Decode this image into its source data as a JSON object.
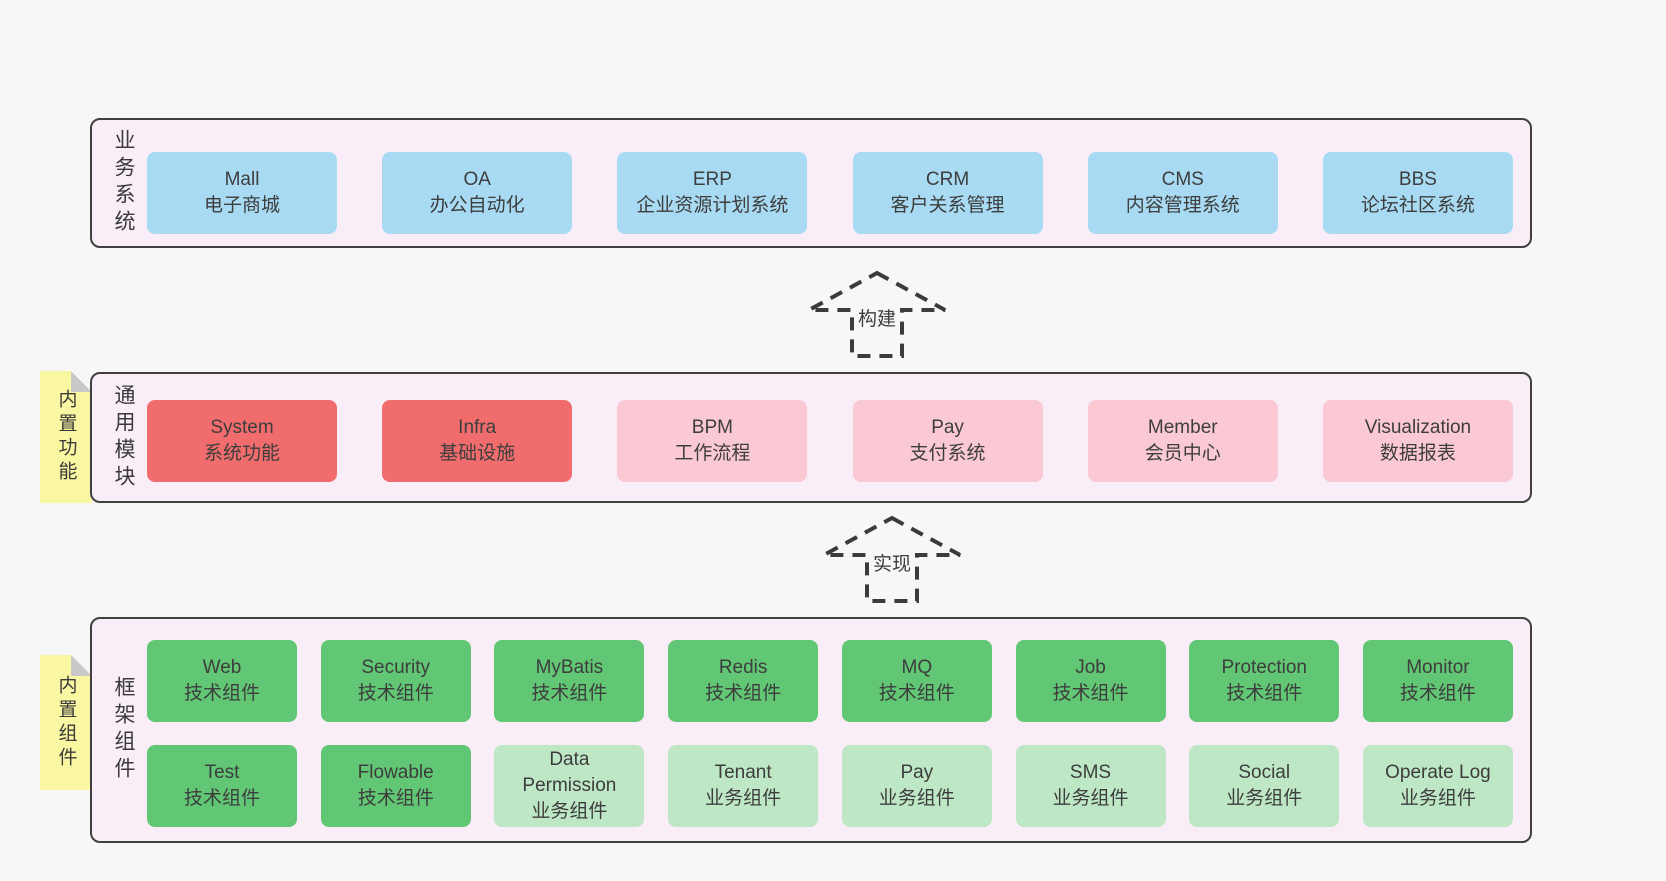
{
  "diagram": {
    "arrows": {
      "build": "构建",
      "implement": "实现"
    },
    "bands": [
      {
        "label": "业务系统",
        "items": [
          {
            "title": "Mall",
            "subtitle": "电子商城"
          },
          {
            "title": "OA",
            "subtitle": "办公自动化"
          },
          {
            "title": "ERP",
            "subtitle": "企业资源计划系统"
          },
          {
            "title": "CRM",
            "subtitle": "客户关系管理"
          },
          {
            "title": "CMS",
            "subtitle": "内容管理系统"
          },
          {
            "title": "BBS",
            "subtitle": "论坛社区系统"
          }
        ]
      },
      {
        "label": "通用模块",
        "sticky": "内置功能",
        "items": [
          {
            "title": "System",
            "subtitle": "系统功能"
          },
          {
            "title": "Infra",
            "subtitle": "基础设施"
          },
          {
            "title": "BPM",
            "subtitle": "工作流程"
          },
          {
            "title": "Pay",
            "subtitle": "支付系统"
          },
          {
            "title": "Member",
            "subtitle": "会员中心"
          },
          {
            "title": "Visualization",
            "subtitle": "数据报表"
          }
        ]
      },
      {
        "label": "框架组件",
        "sticky": "内置组件",
        "rows": [
          [
            {
              "title": "Web",
              "subtitle": "技术组件"
            },
            {
              "title": "Security",
              "subtitle": "技术组件"
            },
            {
              "title": "MyBatis",
              "subtitle": "技术组件"
            },
            {
              "title": "Redis",
              "subtitle": "技术组件"
            },
            {
              "title": "MQ",
              "subtitle": "技术组件"
            },
            {
              "title": "Job",
              "subtitle": "技术组件"
            },
            {
              "title": "Protection",
              "subtitle": "技术组件"
            },
            {
              "title": "Monitor",
              "subtitle": "技术组件"
            }
          ],
          [
            {
              "title": "Test",
              "subtitle": "技术组件"
            },
            {
              "title": "Flowable",
              "subtitle": "技术组件"
            },
            {
              "title": "Data Permission",
              "subtitle": "业务组件"
            },
            {
              "title": "Tenant",
              "subtitle": "业务组件"
            },
            {
              "title": "Pay",
              "subtitle": "业务组件"
            },
            {
              "title": "SMS",
              "subtitle": "业务组件"
            },
            {
              "title": "Social",
              "subtitle": "业务组件"
            },
            {
              "title": "Operate Log",
              "subtitle": "业务组件"
            }
          ]
        ]
      }
    ],
    "colors": {
      "page_background": "#f7f7f7",
      "band_background": "#f9edf7",
      "band_border": "#404040",
      "blue_box": "#a8dbf3",
      "red_box": "#f16d6d",
      "pink_box": "#fac9d3",
      "green_box": "#61c774",
      "light_green_box": "#bee7c6",
      "sticky_yellow": "#f9f7a1",
      "sticky_fold": "#c9c9c9",
      "arrow_dash": "#3b3b3b",
      "text": "#3d3d3d"
    }
  }
}
